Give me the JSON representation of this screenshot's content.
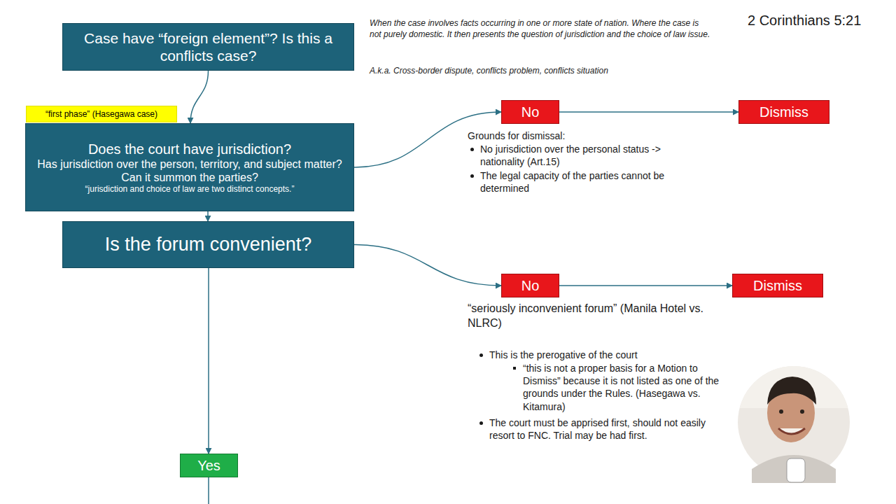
{
  "diagram": {
    "nodes": [
      {
        "text": [
          "Case have “foreign element”? Is this a conflicts case?"
        ]
      },
      {
        "text": [
          "“first phase” (Hasegawa case)"
        ]
      },
      {
        "text": [
          "Does the court have jurisdiction?",
          "Has jurisdiction over the person, territory, and subject matter? Can it summon the parties?",
          "“jurisdiction and choice of law are two distinct concepts.”"
        ]
      },
      {
        "text": [
          "Is the forum convenient?"
        ]
      },
      {
        "text": [
          "No"
        ]
      },
      {
        "text": [
          "Dismiss"
        ]
      },
      {
        "text": [
          "No"
        ]
      },
      {
        "text": [
          "Dismiss"
        ]
      },
      {
        "text": [
          "Yes"
        ]
      }
    ],
    "edges": [
      {
        "from": 0,
        "to": 2,
        "arrow": "to"
      },
      {
        "from": 2,
        "to": 3,
        "arrow": "to"
      },
      {
        "from": 2,
        "to": 4,
        "arrow": "to"
      },
      {
        "from": 4,
        "to": 5,
        "arrow": "to"
      },
      {
        "from": 3,
        "to": 6,
        "arrow": "to"
      },
      {
        "from": 6,
        "to": 7,
        "arrow": "to"
      },
      {
        "from": 3,
        "to": 8,
        "arrow": "to"
      }
    ],
    "labels": [
      "When the case involves facts occurring in one or more state of nation. Where the case is not purely domestic. It then presents the question of jurisdiction and the choice of law issue.",
      "A.k.a. Cross-border dispute, conflicts problem, conflicts situation",
      "2 Corinthians 5:21",
      "Grounds for dismissal:",
      "No jurisdiction over the personal status -> nationality (Art.15)",
      "The legal capacity of the parties cannot be determined",
      "“seriously inconvenient forum” (Manila Hotel vs. NLRC)",
      "This is the prerogative of the court",
      "“this is not a proper basis for a Motion to Dismiss” because it is not listed as one of the grounds under the Rules. (Hasegawa vs. Kitamura)",
      "The court must be apprised first, should not easily resort to FNC. Trial may be had first."
    ]
  }
}
